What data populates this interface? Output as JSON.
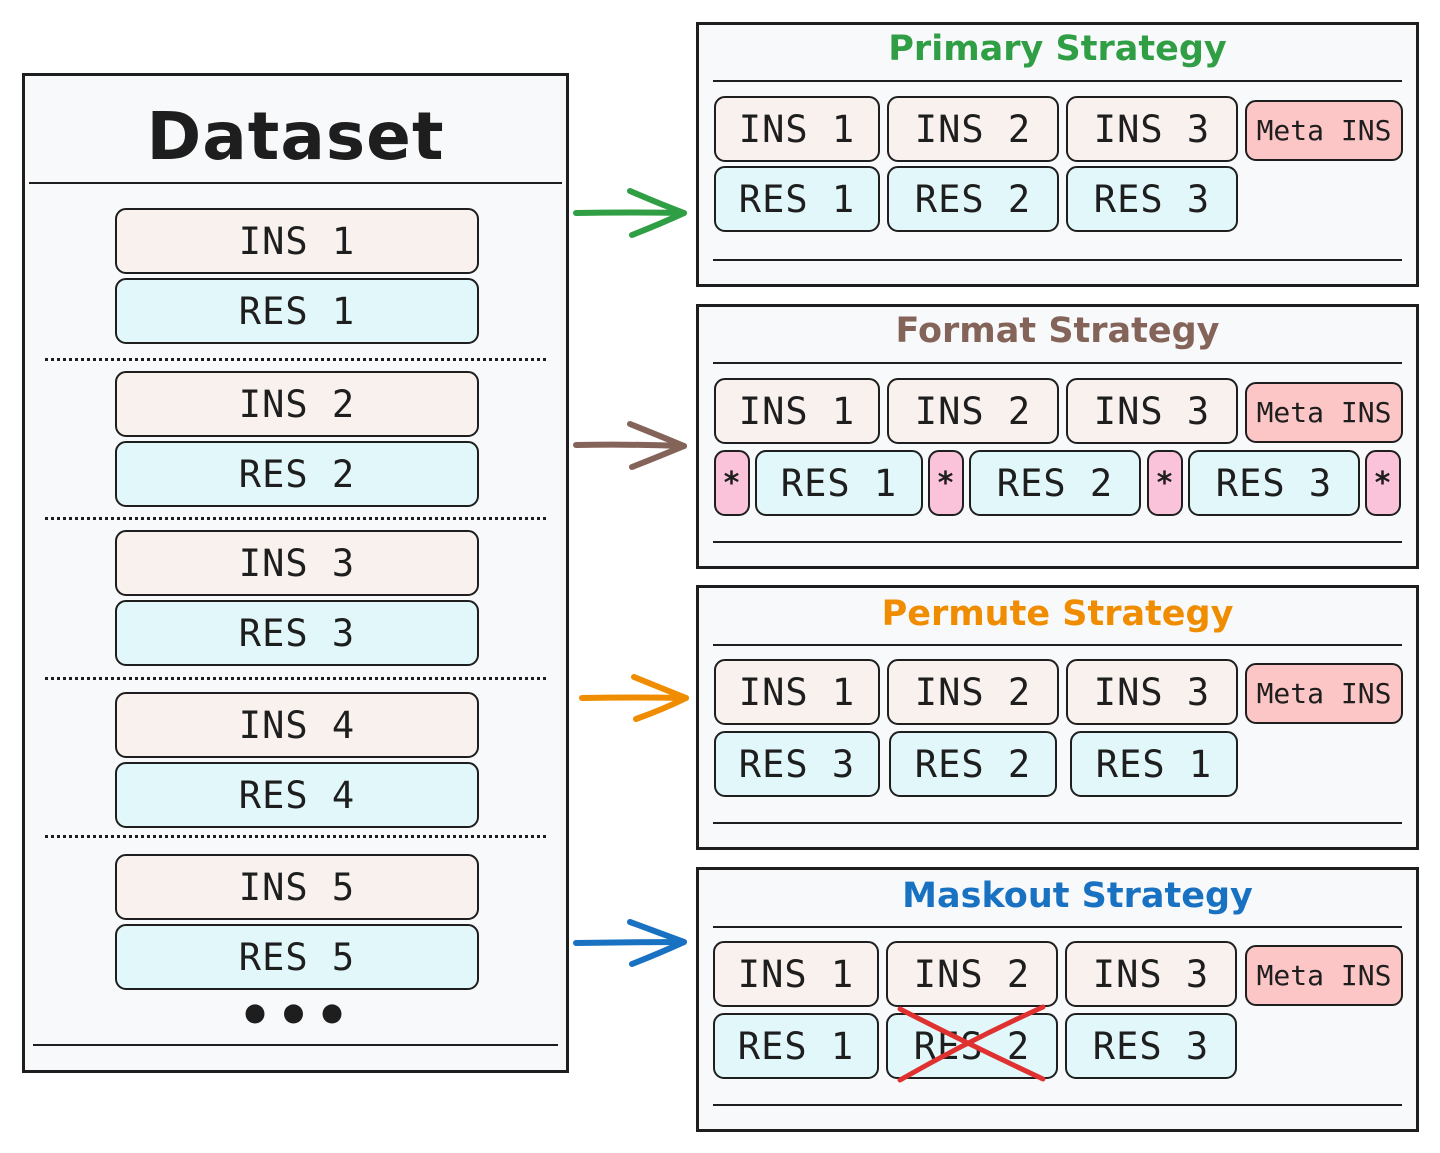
{
  "dataset": {
    "title": "Dataset",
    "pairs": [
      {
        "ins": "INS 1",
        "res": "RES 1"
      },
      {
        "ins": "INS 2",
        "res": "RES 2"
      },
      {
        "ins": "INS 3",
        "res": "RES 3"
      },
      {
        "ins": "INS 4",
        "res": "RES 4"
      },
      {
        "ins": "INS 5",
        "res": "RES 5"
      }
    ],
    "ellipsis": "•••"
  },
  "strategies": [
    {
      "title": "Primary Strategy",
      "color": "#2f9e44",
      "ins": [
        "INS 1",
        "INS 2",
        "INS 3"
      ],
      "meta": "Meta INS",
      "res": [
        "RES 1",
        "RES 2",
        "RES 3"
      ]
    },
    {
      "title": "Format Strategy",
      "color": "#846358",
      "ins": [
        "INS 1",
        "INS 2",
        "INS 3"
      ],
      "meta": "Meta INS",
      "res": [
        "RES 1",
        "RES 2",
        "RES 3"
      ],
      "separator": "*"
    },
    {
      "title": "Permute Strategy",
      "color": "#f08c00",
      "ins": [
        "INS 1",
        "INS 2",
        "INS 3"
      ],
      "meta": "Meta INS",
      "res": [
        "RES 3",
        "RES 2",
        "RES 1"
      ]
    },
    {
      "title": "Maskout Strategy",
      "color": "#1971c2",
      "ins": [
        "INS 1",
        "INS 2",
        "INS 3"
      ],
      "meta": "Meta INS",
      "res": [
        "RES 1",
        "RES 2",
        "RES 3"
      ],
      "masked_index": 1,
      "mask_color": "#e03131"
    }
  ],
  "icons": {
    "arrow": "right-arrow-icon",
    "mask": "cross-out-icon"
  }
}
